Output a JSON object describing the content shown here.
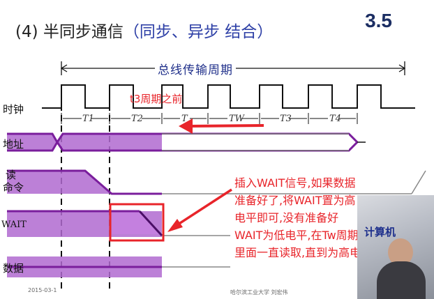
{
  "slide": {
    "title_prefix": "(4) 半同步通信",
    "title_paren": "（同步、异步 结合）",
    "page_number": "3.5",
    "bus_period_label": "总线传输周期"
  },
  "signals": {
    "clock": "时钟",
    "address": "地址",
    "read_line1": "读",
    "read_line2": "命令",
    "wait": "WAIT",
    "data": "数据"
  },
  "periods": [
    "T1",
    "T2",
    "T",
    "TW",
    "T3",
    "T4"
  ],
  "annotations": {
    "before_t3": "t3周期之前",
    "insert_wait_lines": [
      "插入WAIT信号,如果数据",
      "准备好了,将WAIT置为高",
      "电平即可,没有准备好",
      "WAIT为低电平,在Tw周期",
      "里面一直读取,直到为高电"
    ]
  },
  "footer": {
    "date": "2015-03-1",
    "institution": "哈尔滨工业大学  刘宏伟"
  },
  "webcam": {
    "screen_text": "计算机"
  },
  "colors": {
    "signal_fill": "#b06ad0",
    "signal_line": "#7a1e9c",
    "annotation_red": "#e8242a",
    "title_blue": "#2d3fa6"
  }
}
